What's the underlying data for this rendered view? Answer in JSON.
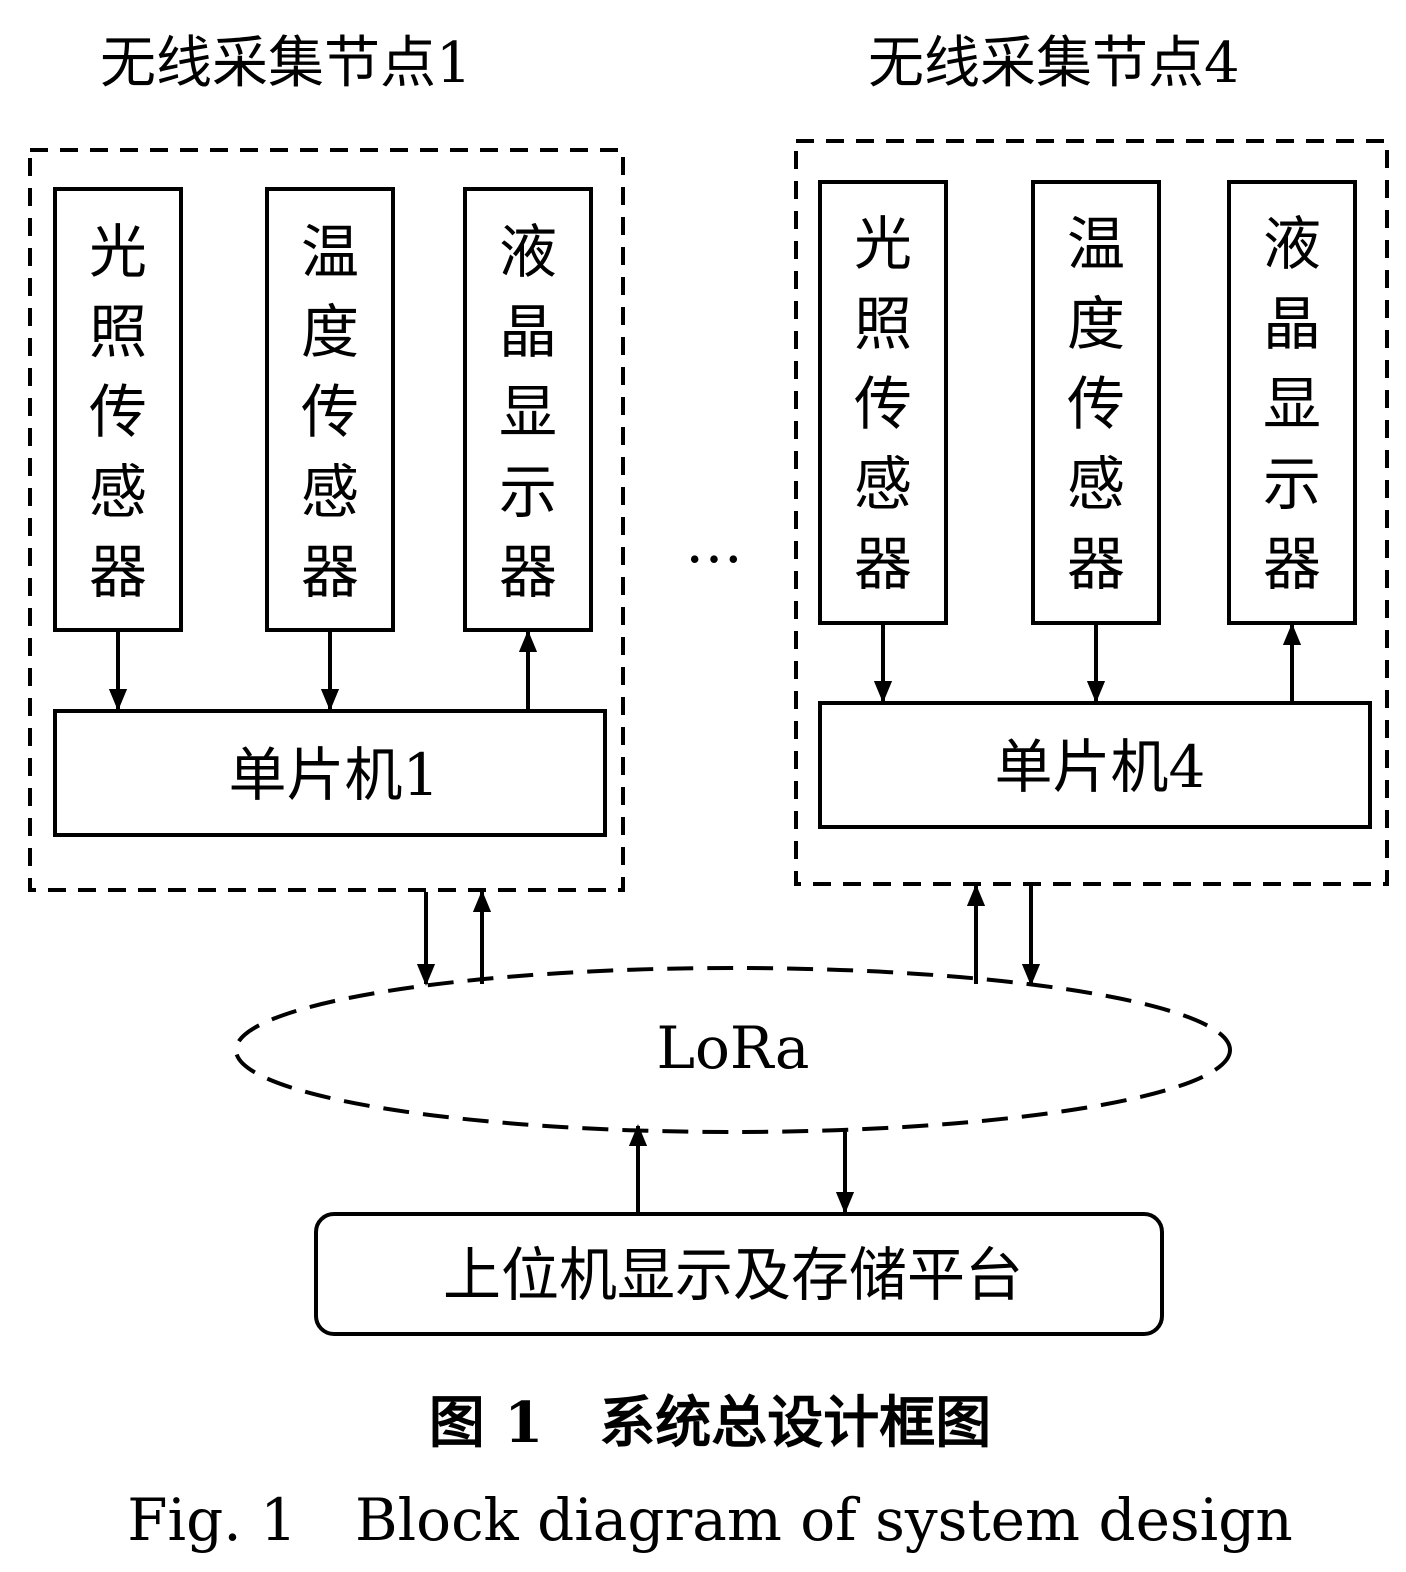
{
  "node1": {
    "title": "无线采集节点1",
    "light_sensor": [
      "光",
      "照",
      "传",
      "感",
      "器"
    ],
    "temp_sensor": [
      "温",
      "度",
      "传",
      "感",
      "器"
    ],
    "lcd": [
      "液",
      "晶",
      "显",
      "示",
      "器"
    ],
    "mcu": "单片机1"
  },
  "node4": {
    "title": "无线采集节点4",
    "light_sensor": [
      "光",
      "照",
      "传",
      "感",
      "器"
    ],
    "temp_sensor": [
      "温",
      "度",
      "传",
      "感",
      "器"
    ],
    "lcd": [
      "液",
      "晶",
      "显",
      "示",
      "器"
    ],
    "mcu": "单片机4"
  },
  "ellipsis": "…",
  "lora": "LoRa",
  "host": "上位机显示及存储平台",
  "caption": {
    "cn": "图 1　系统总设计框图",
    "en": "Fig. 1　Block diagram of system design"
  }
}
